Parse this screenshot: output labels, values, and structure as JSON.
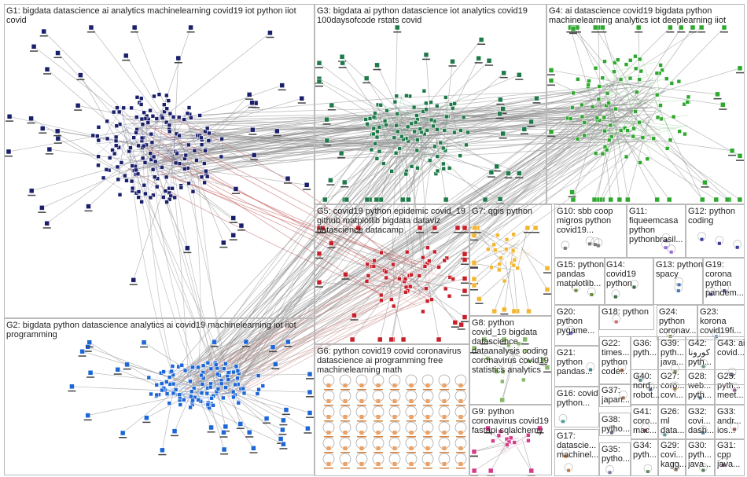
{
  "graph": {
    "groups": [
      {
        "id": "G1",
        "label": "G1: bigdata datascience ai analytics machinelearning covid19 iot python iiot covid",
        "color": "#1a1f6b"
      },
      {
        "id": "G2",
        "label": "G2: bigdata python datascience analytics ai covid19 machinelearning iot iiot programming",
        "color": "#1c66d6"
      },
      {
        "id": "G3",
        "label": "G3: bigdata ai python datascience iot analytics covid19 100daysofcode rstats covid",
        "color": "#1f7a4a"
      },
      {
        "id": "G4",
        "label": "G4: ai datascience covid19 bigdata python machinelearning analytics iot deeplearning iiot",
        "color": "#2fa82f"
      },
      {
        "id": "G5",
        "label": "G5: covid19 python epidemic covid_19 github matplotlib bigdata dataviz datascience datacamp",
        "color": "#c8202a"
      },
      {
        "id": "G6",
        "label": "G6: python covid19 covid coronavirus datascience ai programming free machinelearning math",
        "color": "#f0a060"
      },
      {
        "id": "G7",
        "label": "G7: qgis python",
        "color": "#f2b632"
      },
      {
        "id": "G8",
        "label": "G8: python covid_19 bigdata datascience dataanalysis coding coronavirus covid19 statistics analytics",
        "color": "#8ab86a"
      },
      {
        "id": "G9",
        "label": "G9: python coronavirus covid19 fastapi sqlalchemy",
        "color": "#d63a8a"
      },
      {
        "id": "G10",
        "label": "G10: sbb coop migros python covid19...",
        "color": "#7a7a7a"
      },
      {
        "id": "G11",
        "label": "G11: fiqueemcasa python pythonbrasil...",
        "color": "#9a6ad6"
      },
      {
        "id": "G12",
        "label": "G12: python coding",
        "color": "#3a3a9a"
      },
      {
        "id": "G13",
        "label": "G13: python spacy",
        "color": "#4a7ab8"
      },
      {
        "id": "G14",
        "label": "G14: covid19 python",
        "color": "#3a6a4a"
      },
      {
        "id": "G15",
        "label": "G15: python pandas matplotlib...",
        "color": "#6a8a3a"
      },
      {
        "id": "G16",
        "label": "G16: covid python...",
        "color": "#4aa0a0"
      },
      {
        "id": "G17",
        "label": "G17: datascie... machinel...",
        "color": "#c87a3a"
      },
      {
        "id": "G18",
        "label": "G18: python",
        "color": "#d66a6a"
      },
      {
        "id": "G19",
        "label": "G19: corona python pandem...",
        "color": "#5a5a9a"
      },
      {
        "id": "G20",
        "label": "G20: python pygame...",
        "color": "#6a6ad6"
      },
      {
        "id": "G21",
        "label": "G21: python pandas...",
        "color": "#3a8a8a"
      },
      {
        "id": "G22",
        "label": "G22: times... python code...",
        "color": "#8a5a3a"
      },
      {
        "id": "G23",
        "label": "G23: korona covid19fi...",
        "color": "#5a8ad6"
      },
      {
        "id": "G24",
        "label": "G24: python coronav...",
        "color": "#7a9a5a"
      },
      {
        "id": "G25",
        "label": "G25: pyth... meet...",
        "color": "#9a5a9a"
      },
      {
        "id": "G26",
        "label": "G26: ml data...",
        "color": "#5a9aa0"
      },
      {
        "id": "G27",
        "label": "G27: coro... covi...",
        "color": "#a07a3a"
      },
      {
        "id": "G28",
        "label": "G28: web... pyth...",
        "color": "#6a7a9a"
      },
      {
        "id": "G29",
        "label": "G29: covi... kagg...",
        "color": "#8a6a5a"
      },
      {
        "id": "G30",
        "label": "G30: pyth... java...",
        "color": "#5a7a5a"
      },
      {
        "id": "G31",
        "label": "G31: cpp java...",
        "color": "#7a5a7a"
      },
      {
        "id": "G32",
        "label": "G32: covi... dash...",
        "color": "#4a8aa0"
      },
      {
        "id": "G33",
        "label": "G33: andr... ios...",
        "color": "#a05a5a"
      },
      {
        "id": "G34",
        "label": "G34: pyth...",
        "color": "#6a8a6a"
      },
      {
        "id": "G35",
        "label": "G35: pytho...",
        "color": "#7a7aa0"
      },
      {
        "id": "G36",
        "label": "G36: pyth...",
        "color": "#5a8a8a"
      },
      {
        "id": "G37",
        "label": "G37: japan...",
        "color": "#a0705a"
      },
      {
        "id": "G38",
        "label": "G38: pytho...",
        "color": "#6a6a8a"
      },
      {
        "id": "G39",
        "label": "G39: pyth... java...",
        "color": "#8a8a5a"
      },
      {
        "id": "G40",
        "label": "G40: nord... robot...",
        "color": "#5a6a8a"
      },
      {
        "id": "G41",
        "label": "G41: coro... mac...",
        "color": "#8a5a6a"
      },
      {
        "id": "G42",
        "label": "G42: كورونا pyth...",
        "color": "#6a9a7a"
      },
      {
        "id": "G43",
        "label": "G43: ai covid...",
        "color": "#7a6a9a"
      }
    ]
  }
}
